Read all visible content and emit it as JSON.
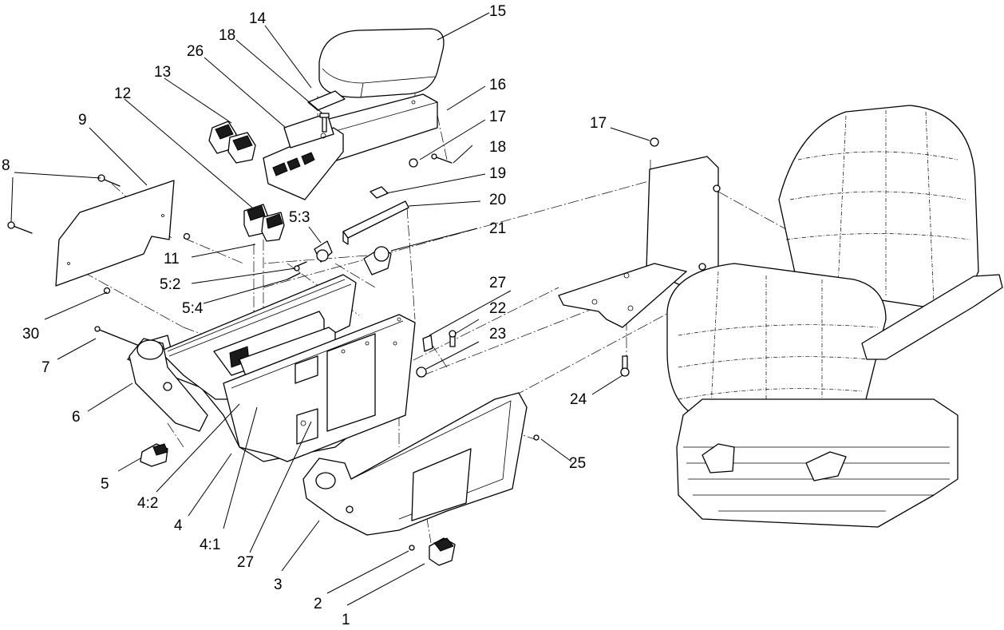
{
  "callouts": [
    {
      "id": "c1",
      "text": "1"
    },
    {
      "id": "c2",
      "text": "2"
    },
    {
      "id": "c3",
      "text": "3"
    },
    {
      "id": "c4",
      "text": "4"
    },
    {
      "id": "c4_1",
      "text": "4:1"
    },
    {
      "id": "c4_2",
      "text": "4:2"
    },
    {
      "id": "c5",
      "text": "5"
    },
    {
      "id": "c5_2",
      "text": "5:2"
    },
    {
      "id": "c5_3",
      "text": "5:3"
    },
    {
      "id": "c5_4",
      "text": "5:4"
    },
    {
      "id": "c6",
      "text": "6"
    },
    {
      "id": "c7",
      "text": "7"
    },
    {
      "id": "c8",
      "text": "8"
    },
    {
      "id": "c9",
      "text": "9"
    },
    {
      "id": "c11",
      "text": "11"
    },
    {
      "id": "c12",
      "text": "12"
    },
    {
      "id": "c13",
      "text": "13"
    },
    {
      "id": "c14",
      "text": "14"
    },
    {
      "id": "c15",
      "text": "15"
    },
    {
      "id": "c16",
      "text": "16"
    },
    {
      "id": "c17a",
      "text": "17"
    },
    {
      "id": "c17b",
      "text": "17"
    },
    {
      "id": "c18a",
      "text": "18"
    },
    {
      "id": "c18b",
      "text": "18"
    },
    {
      "id": "c19",
      "text": "19"
    },
    {
      "id": "c20",
      "text": "20"
    },
    {
      "id": "c21",
      "text": "21"
    },
    {
      "id": "c22",
      "text": "22"
    },
    {
      "id": "c23",
      "text": "23"
    },
    {
      "id": "c24",
      "text": "24"
    },
    {
      "id": "c25",
      "text": "25"
    },
    {
      "id": "c26",
      "text": "26"
    },
    {
      "id": "c27a",
      "text": "27"
    },
    {
      "id": "c27b",
      "text": "27"
    },
    {
      "id": "c30",
      "text": "30"
    }
  ]
}
